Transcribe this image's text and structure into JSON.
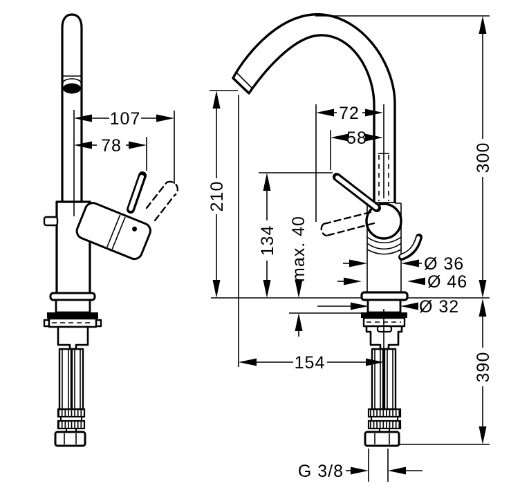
{
  "drawing": {
    "background": "#ffffff",
    "line_color": "#000000",
    "subject": "single-lever basin mixer technical drawing, side and front views",
    "views": {
      "side_view": {
        "label": "faucet side view",
        "dims": {
          "d107": "107",
          "d78": "78"
        }
      },
      "front_view": {
        "label": "faucet front view",
        "dims": {
          "d72": "72",
          "d58": "58",
          "d210": "210",
          "d134": "134",
          "dmax40": "max. 40",
          "d300": "300",
          "d390": "390",
          "d154": "154",
          "dia36": "Ø 36",
          "dia46": "Ø 46",
          "dia32": "Ø 32",
          "thread": "G 3/8"
        }
      }
    }
  }
}
